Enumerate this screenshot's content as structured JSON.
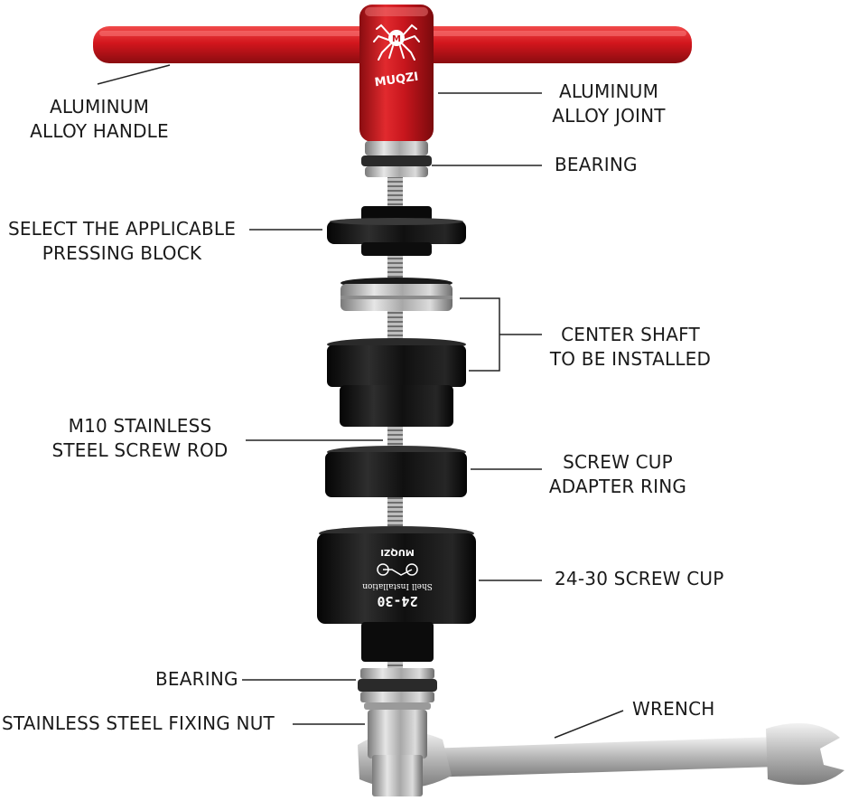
{
  "brand": "MUQZI",
  "screw_cup_marking": {
    "size": "24-30",
    "text": "Shell Installation",
    "brand": "MUQZI"
  },
  "labels": {
    "handle": [
      "ALUMINUM",
      "ALLOY HANDLE"
    ],
    "joint": [
      "ALUMINUM",
      "ALLOY JOINT"
    ],
    "bearing_top": "BEARING",
    "pressing_block": [
      "SELECT THE APPLICABLE",
      "PRESSING BLOCK"
    ],
    "center_shaft": [
      "CENTER SHAFT",
      "TO BE INSTALLED"
    ],
    "screw_rod": [
      "M10 STAINLESS",
      "STEEL SCREW ROD"
    ],
    "adapter_ring": [
      "SCREW CUP",
      "ADAPTER RING"
    ],
    "screw_cup": "24-30 SCREW CUP",
    "bearing_bottom": "BEARING",
    "fixing_nut": "STAINLESS STEEL FIXING NUT",
    "wrench": "WRENCH"
  },
  "colors": {
    "handle_red": "#c8161d",
    "part_black": "#111111",
    "steel": "#b8b8b8",
    "leader": "#222222"
  }
}
